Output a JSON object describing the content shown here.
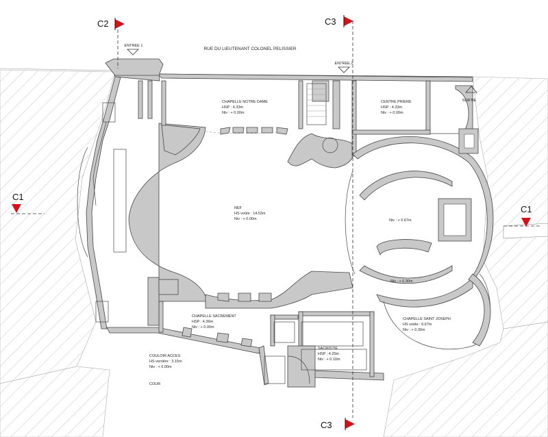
{
  "street": "RUE DU LIEUTENANT COLONEL PELISSIER",
  "entrances": {
    "entree1": "ENTREE 1",
    "entree2": "ENTREE 2",
    "sortie": "SORTIE"
  },
  "sections": {
    "c1": "C1",
    "c2": "C2",
    "c3": "C3"
  },
  "rooms": {
    "notre_dame": {
      "name": "CHAPELLE NOTRE DAME",
      "hsp": "HSP : 4.33m",
      "niv": "Niv : + 0.00m"
    },
    "centre_priere": {
      "name": "CENTRE PRIERE",
      "hsp": "HSP : 4.33m",
      "niv": "Niv : + 0.00m"
    },
    "nef": {
      "name": "NEF",
      "hs": "HS voûte : 14.53m",
      "niv": "Niv : + 0.00m"
    },
    "choeur_upper": {
      "niv": "Niv : + 0.67m"
    },
    "choeur_lower": {
      "niv": "Niv : + 0.30m"
    },
    "sacrement": {
      "name": "CHAPELLE SACREMENT",
      "hsp": "HSP : 4.36m",
      "niv": "Niv : + 0.00m"
    },
    "saint_joseph": {
      "name": "CHAPELLE SAINT JOSEPH",
      "hs": "HS voûte : 6.67m",
      "niv": "Niv : + 0.30m"
    },
    "sacristie": {
      "name": "SACRISTIE",
      "hsp": "HSP : 4.25m",
      "niv": "Niv : + 0.10m"
    },
    "couloir": {
      "name": "COULOIR ACCES",
      "hs": "HS verrière : 3.15m",
      "niv": "Niv : + 0.00m"
    },
    "cour": {
      "name": "COUR"
    }
  },
  "colors": {
    "wall": "#c8c8c8",
    "hatch": "#b9b9b9",
    "marker": "#d4121a",
    "line": "#444444"
  }
}
